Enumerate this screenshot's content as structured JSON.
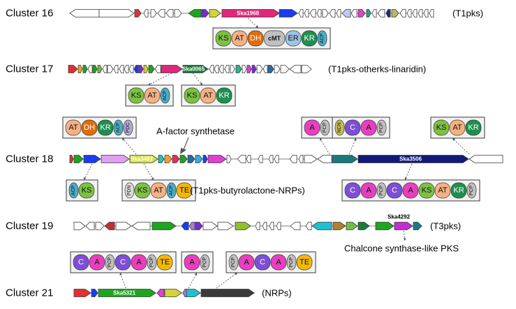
{
  "clusters": [
    {
      "label": "Cluster 16",
      "type": "(T1pks)",
      "highlight_gene": "Ska1968",
      "module_groups": [
        {
          "domains": [
            "KS",
            "AT",
            "DH",
            "cMT",
            "ER",
            "KR",
            "ACP"
          ]
        }
      ],
      "annotations": []
    },
    {
      "label": "Cluster 17",
      "type": "(T1pks-otherks-linaridin)",
      "highlight_gene": "Ska0065",
      "module_groups": [
        {
          "domains": [
            "KS",
            "AT",
            "ACP"
          ]
        },
        {
          "domains": [
            "KS",
            "AT",
            "KR"
          ]
        }
      ],
      "annotations": []
    },
    {
      "label": "Cluster 18",
      "type": "(T1pks-butyrolactone-NRPs)",
      "highlight_genes": [
        "Ska3482",
        "Ska3506"
      ],
      "module_groups_above": [
        {
          "domains": [
            "AT",
            "DH",
            "KR",
            "ACP",
            "PDC"
          ]
        },
        {
          "domains": [
            "A",
            "PCP"
          ]
        },
        {
          "domains": [
            "NCN",
            "C",
            "A",
            "PCP"
          ]
        },
        {
          "domains": [
            "KS",
            "AT",
            "KR"
          ]
        }
      ],
      "module_groups_below": [
        {
          "domains": [
            "ACP",
            "KS"
          ]
        },
        {
          "domains": [
            "PDN",
            "KS",
            "AT",
            "ACP",
            "TE"
          ]
        },
        {
          "domains": [
            "C",
            "A",
            "PCP",
            "C",
            "A",
            "KS",
            "AT",
            "KR",
            "PCP"
          ]
        }
      ],
      "annotations": [
        "A-factor synthetase"
      ]
    },
    {
      "label": "Cluster 19",
      "type": "(T3pks)",
      "highlight_gene": "Ska4292",
      "module_groups": [],
      "annotations": [
        "Chalcone synthase-like PKS"
      ]
    },
    {
      "label": "Cluster 21",
      "type": "(NRPs)",
      "highlight_gene": "Ska5321",
      "module_groups": [
        {
          "domains": [
            "C",
            "A",
            "PCP",
            "C",
            "A",
            "PCP",
            "TE"
          ]
        },
        {
          "domains": [
            "A",
            "PCP"
          ]
        },
        {
          "domains": [
            "PCP",
            "A",
            "C",
            "A",
            "PCP",
            "TE"
          ]
        }
      ],
      "annotations": []
    }
  ],
  "colors": {
    "KS": "#7cc242",
    "AT": "#f5b183",
    "DH": "#e36c0a",
    "cMT": "#bfbfbf",
    "ER": "#9dc3e6",
    "KR": "#1e8f4e",
    "ACP": "#4bacc6",
    "PCP": "#bfbfbf",
    "PDC": "#b4a7d6",
    "PDN": "#d9d9d9",
    "NCN": "#c4bd54",
    "A": "#e83fbf",
    "C": "#7d4fd6",
    "TE": "#f5b800"
  }
}
